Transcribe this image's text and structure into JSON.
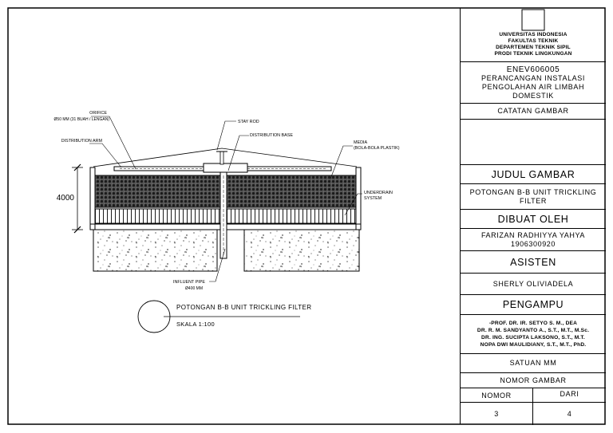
{
  "drawing": {
    "labels": {
      "orifice": "ORIFICE",
      "orifice_detail": "Ø50 MM (31 BUAH / LENGAN)",
      "distribution_arm": "DISTRIBUTION ARM",
      "stay_rod": "STAY ROD",
      "distribution_base": "DISTRIBUTION BASE",
      "media": "MEDIA",
      "media_detail": "(BOLA-BOLA PLASTIK)",
      "underdrain": "UNDERDRAIN",
      "underdrain_detail": "SYSTEM",
      "influent_pipe": "INFLUENT PIPE",
      "influent_detail": "Ø400 MM",
      "dimension": "4000"
    },
    "caption": {
      "title": "POTONGAN B-B UNIT TRICKLING FILTER",
      "scale": "SKALA 1:100"
    }
  },
  "title_block": {
    "institution": [
      "UNIVERSITAS INDONESIA",
      "FAKULTAS TEKNIK",
      "DEPARTEMEN TEKNIK SIPIL",
      "PRODI TEKNIK LINGKUNGAN"
    ],
    "course_code": "ENEV606005",
    "course_name": [
      "PERANCANGAN INSTALASI",
      "PENGOLAHAN AIR LIMBAH",
      "DOMESTIK"
    ],
    "notes_header": "CATATAN GAMBAR",
    "drawing_title_header": "JUDUL GAMBAR",
    "drawing_title": [
      "POTONGAN B-B UNIT TRICKLING",
      "FILTER"
    ],
    "made_by_header": "DIBUAT OLEH",
    "made_by": [
      "FARIZAN RADHIYYA YAHYA",
      "1906300920"
    ],
    "assistant_header": "ASISTEN",
    "assistant": "SHERLY OLIVIADELA",
    "lecturer_header": "PENGAMPU",
    "lecturers": [
      "-PROF.    DR. IR. SETYO S. M., DEA",
      "DR. R. M. SANDYANTO A., S.T., M.T., M.Sc.",
      "DR. ING. SUCIPTA LAKSONO, S.T., M.T.",
      "NOPA DWI MAULIDIANY, S.T., M.T., PhD."
    ],
    "unit": "SATUAN  MM",
    "sheet_number_header": "NOMOR GAMBAR",
    "number_label": "NOMOR",
    "of_label": "DARI",
    "number_value": "3",
    "of_value": "4"
  },
  "colors": {
    "line": "#000000",
    "background": "#ffffff",
    "media_fill": "#3a3a3a"
  }
}
